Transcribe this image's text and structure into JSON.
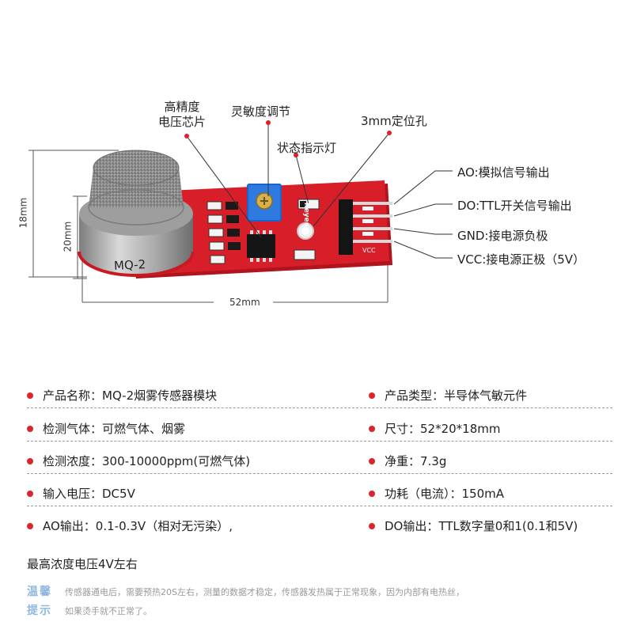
{
  "diagram": {
    "callouts": {
      "chip_line1": "高精度",
      "chip_line2": "电压芯片",
      "pot": "灵敏度调节",
      "led": "状态指示灯",
      "hole": "3mm定位孔"
    },
    "pins": [
      {
        "label": "AO:模拟信号输出"
      },
      {
        "label": "DO:TTL开关信号输出"
      },
      {
        "label": "GND:接电源负极"
      },
      {
        "label": "VCC:接电源正极（5V）"
      }
    ],
    "dimensions": {
      "height": "18mm",
      "width_small": "20mm",
      "length": "52mm"
    },
    "sensor_label": "MQ-2",
    "board_brand": "Keyes",
    "board_pin_vcc": "VCC"
  },
  "specs": [
    {
      "left": "产品名称：MQ-2烟雾传感器模块",
      "right": "产品类型：半导体气敏元件"
    },
    {
      "left": "检测气体：可燃气体、烟雾",
      "right": "尺寸：52*20*18mm"
    },
    {
      "left": "检测浓度：300-10000ppm(可燃气体)",
      "right": "净重：7.3g"
    },
    {
      "left": "输入电压：DC5V",
      "right": "功耗（电流）：150mA"
    },
    {
      "left": "AO输出：0.1-0.3V（相对无污染）,",
      "right": "DO输出：TTL数字量0和1(0.1和5V)"
    }
  ],
  "note": "最高浓度电压4V左右",
  "tip": {
    "tag_line1": "温馨",
    "tag_line2": "提示",
    "line1": "传感器通电后，需要预热20S左右，测量的数据才稳定，传感器发热属于正常现象，因为内部有电热丝，",
    "line2": "如果烫手就不正常了。"
  },
  "colors": {
    "board": "#d81e28",
    "bullet": "#d8262b",
    "pin_dot": "#2c63b8",
    "tip_tag": "#8fb7df"
  }
}
